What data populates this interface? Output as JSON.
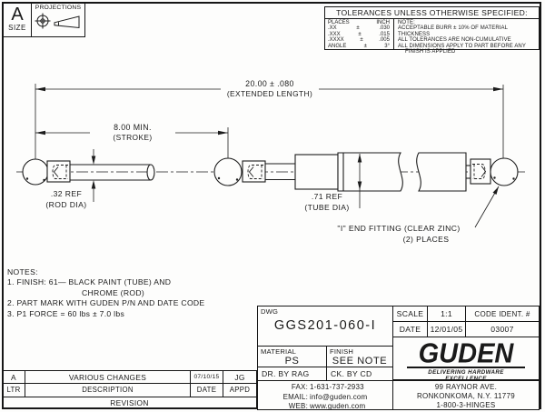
{
  "sheet": {
    "size_letter": "A",
    "size_label": "SIZE",
    "projections_label": "PROJECTIONS"
  },
  "tolerances": {
    "title": "TOLERANCES UNLESS OTHERWISE SPECIFIED:",
    "places_header": "PLACES",
    "inch_header": "INCH",
    "rows": [
      {
        "places": ".XX",
        "pm": "±",
        "inch": ".030"
      },
      {
        "places": ".XXX",
        "pm": "±",
        "inch": ".015"
      },
      {
        "places": ".XXXX",
        "pm": "±",
        "inch": ".005"
      },
      {
        "places": "ANGLE",
        "pm": "±",
        "inch": "3°"
      }
    ],
    "note_label": "NOTE:",
    "note_lines": [
      "ACCEPTABLE BURR ± 10% OF MATERIAL THICKNESS",
      "ALL TOLERANCES ARE NON-CUMULATIVE",
      "ALL DIMENSIONS APPLY TO PART BEFORE ANY",
      "FINISH IS APPLIED"
    ]
  },
  "dimensions": {
    "extended_length": "20.00 ± .080",
    "extended_length_label": "(EXTENDED LENGTH)",
    "stroke": "8.00 MIN.",
    "stroke_label": "(STROKE)",
    "rod_dia": ".32 REF",
    "rod_dia_label": "(ROD DIA)",
    "tube_dia": ".71 REF",
    "tube_dia_label": "(TUBE DIA)",
    "end_fitting_line1": "\"I\" END FITTING (CLEAR ZINC)",
    "end_fitting_line2": "(2) PLACES"
  },
  "notes": {
    "title": "NOTES:",
    "line1": "1. FINISH: 61— BLACK PAINT (TUBE) AND",
    "line1b": "CHROME (ROD)",
    "line2": "2. PART MARK WITH GUDEN P/N AND DATE CODE",
    "line3": "3. P1 FORCE = 60 lbs ± 7.0 lbs"
  },
  "title_block": {
    "dwg_label": "DWG",
    "dwg_number": "GGS201-060-I",
    "material_label": "MATERIAL",
    "material_value": "PS",
    "finish_label": "FINISH",
    "finish_value": "SEE NOTE",
    "drawn_by": "DR. BY  RAG",
    "checked_by": "CK. BY  CD",
    "scale_label": "SCALE",
    "scale_value": "1:1",
    "date_label": "DATE",
    "date_value": "12/01/05",
    "code_ident_label": "CODE IDENT. #",
    "code_ident_value": "03007",
    "fax_label": "FAX:",
    "fax_value": "1-631-737-2933",
    "email_label": "EMAIL:",
    "email_value": "info@guden.com",
    "web_label": "WEB:",
    "web_value": "www.guden.com",
    "logo_text": "GUDEN",
    "logo_tagline": "DELIVERING HARDWARE EXCELLENCE",
    "address_line1": "99 RAYNOR AVE.",
    "address_line2": "RONKONKOMA, N.Y. 11779",
    "address_line3": "1-800-3-HINGES"
  },
  "revision": {
    "row": {
      "ltr": "A",
      "description": "VARIOUS CHANGES",
      "date": "07/10/15",
      "appd": "JG"
    },
    "header": {
      "ltr": "LTR",
      "description": "DESCRIPTION",
      "date": "DATE",
      "appd": "APPD"
    },
    "footer": "REVISION"
  }
}
